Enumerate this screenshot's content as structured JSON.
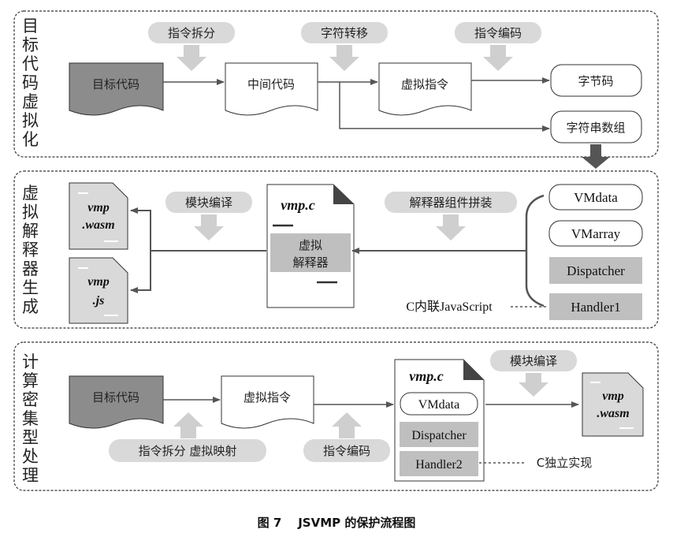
{
  "sections": {
    "s1_side": [
      "目",
      "标",
      "代",
      "码",
      "虚",
      "拟",
      "化"
    ],
    "s2_side": [
      "虚",
      "拟",
      "解",
      "释",
      "器",
      "生",
      "成"
    ],
    "s3_side": [
      "计",
      "算",
      "密",
      "集",
      "型",
      "处",
      "理"
    ]
  },
  "s1": {
    "pill_split": "指令拆分",
    "pill_transfer": "字符转移",
    "pill_encode": "指令编码",
    "doc_target": "目标代码",
    "doc_middle": "中间代码",
    "doc_virtual": "虚拟指令",
    "box_bytecode": "字节码",
    "box_strarray": "字符串数组"
  },
  "s2": {
    "pill_compile": "模块编译",
    "pill_assemble": "解释器组件拼装",
    "file_wasm": [
      "vmp",
      ".wasm"
    ],
    "file_js": [
      "vmp",
      ".js"
    ],
    "file_vmpc": "vmp.c",
    "interp": [
      "虚拟",
      "解释器"
    ],
    "box_vmdata": "VMdata",
    "box_vmarray": "VMarray",
    "box_dispatcher": "Dispatcher",
    "box_handler1": "Handler1",
    "note_inline": "C内联JavaScript"
  },
  "s3": {
    "doc_target": "目标代码",
    "doc_virtual": "虚拟指令",
    "pill_split_map": "指令拆分 虚拟映射",
    "pill_encode": "指令编码",
    "file_vmpc": "vmp.c",
    "box_vmdata": "VMdata",
    "box_dispatcher": "Dispatcher",
    "box_handler2": "Handler2",
    "pill_compile": "模块编译",
    "file_wasm": [
      "vmp",
      ".wasm"
    ],
    "note_c": "C独立实现"
  },
  "caption": "图 7    JSVMP 的保护流程图"
}
